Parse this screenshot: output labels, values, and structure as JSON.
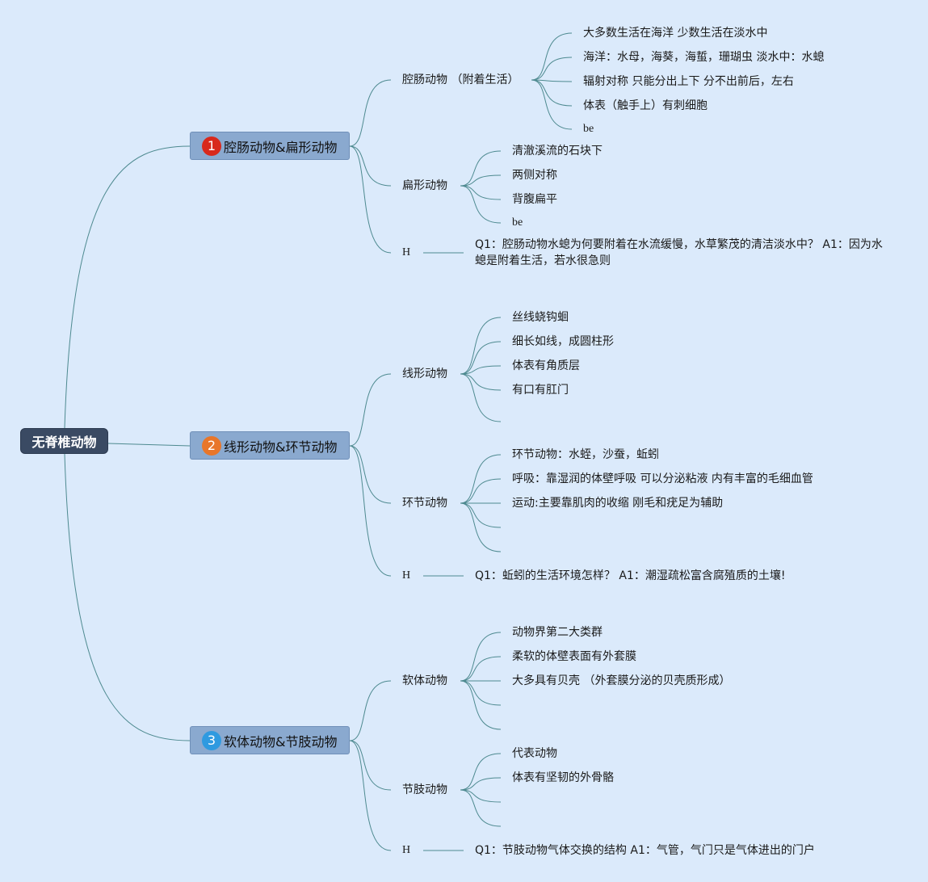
{
  "root": {
    "label": "无脊椎动物"
  },
  "colors": {
    "background": "#dbeafb",
    "line": "#4e8a90",
    "topic_fill": "#8aa9cf",
    "root_fill": "#3a4a63",
    "badge_1": "#d8291c",
    "badge_2": "#e8762a",
    "badge_3": "#2f9ae0"
  },
  "topics": [
    {
      "badge": "1",
      "label": "腔肠动物&扁形动物"
    },
    {
      "badge": "2",
      "label": "线形动物&环节动物"
    },
    {
      "badge": "3",
      "label": "软体动物&节肢动物"
    }
  ],
  "subtopics": {
    "t1_a": {
      "label": "腔肠动物 （附着生活）",
      "children": [
        "大多数生活在海洋 少数生活在淡水中",
        "海洋：水母，海葵，海蜇，珊瑚虫 淡水中：水螅",
        "辐射对称 只能分出上下 分不出前后，左右",
        "体表（触手上）有刺细胞",
        "be"
      ]
    },
    "t1_b": {
      "label": "扁形动物",
      "children": [
        "清澈溪流的石块下",
        "两侧对称",
        "背腹扁平",
        "be"
      ]
    },
    "t1_h": {
      "label": "H",
      "qa": "Q1：腔肠动物水螅为何要附着在水流缓慢，水草繁茂的清洁淡水中？ A1：因为水螅是附着生活，若水很急则"
    },
    "t2_a": {
      "label": "线形动物",
      "children": [
        "丝线蛲钩蛔",
        "细长如线，成圆柱形",
        "体表有角质层",
        "有口有肛门"
      ]
    },
    "t2_b": {
      "label": "环节动物",
      "children": [
        "环节动物：水蛭，沙蚕，蚯蚓",
        "呼吸：靠湿润的体壁呼吸 可以分泌粘液 内有丰富的毛细血管",
        "运动:主要靠肌肉的收缩 刚毛和疣足为辅助"
      ]
    },
    "t2_h": {
      "label": "H",
      "qa": "Q1：蚯蚓的生活环境怎样？ A1：潮湿疏松富含腐殖质的土壤!"
    },
    "t3_a": {
      "label": "软体动物",
      "children": [
        "动物界第二大类群",
        "柔软的体壁表面有外套膜",
        "大多具有贝壳 （外套膜分泌的贝壳质形成）"
      ]
    },
    "t3_b": {
      "label": "节肢动物",
      "children": [
        "代表动物",
        "体表有坚韧的外骨骼"
      ]
    },
    "t3_h": {
      "label": "H",
      "qa": "Q1：节肢动物气体交换的结构 A1：气管，气门只是气体进出的门户"
    }
  }
}
